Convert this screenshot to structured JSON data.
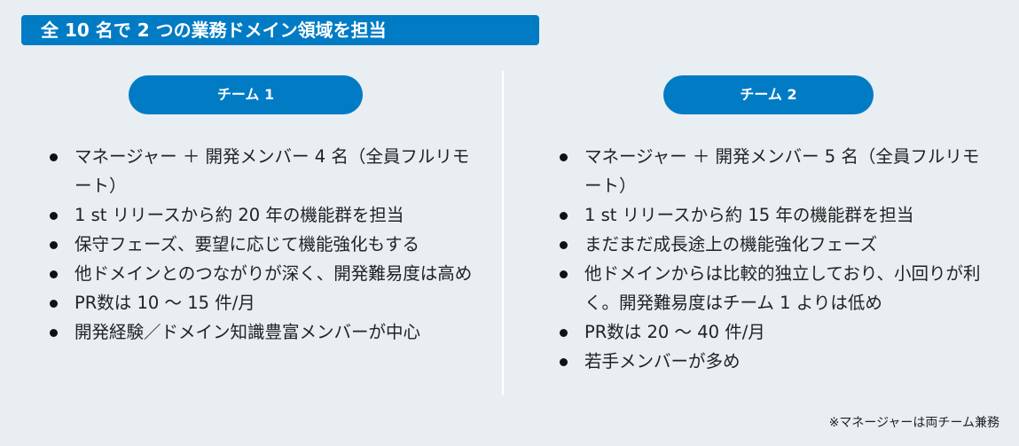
{
  "title": "全 10 名で 2 つの業務ドメイン領域を担当",
  "teams": [
    {
      "label": "チーム 1",
      "items": [
        "マネージャー ＋ 開発メンバー 4 名（全員フルリモート）",
        "1 st リリースから約 20 年の機能群を担当",
        "保守フェーズ、要望に応じて機能強化もする",
        "他ドメインとのつながりが深く、開発難易度は高め",
        "PR数は 10 〜 15 件/月",
        "開発経験／ドメイン知識豊富メンバーが中心"
      ]
    },
    {
      "label": "チーム 2",
      "items": [
        "マネージャー ＋ 開発メンバー 5 名（全員フルリモート）",
        "1 st リリースから約 15 年の機能群を担当",
        "まだまだ成長途上の機能強化フェーズ",
        "他ドメインからは比較的独立しており、小回りが利く。開発難易度はチーム 1 よりは低め",
        "PR数は 20 〜 40 件/月",
        "若手メンバーが多め"
      ]
    }
  ],
  "footnote": "※マネージャーは両チーム兼務",
  "colors": {
    "accent": "#007bc4",
    "background": "#e8eef2"
  }
}
